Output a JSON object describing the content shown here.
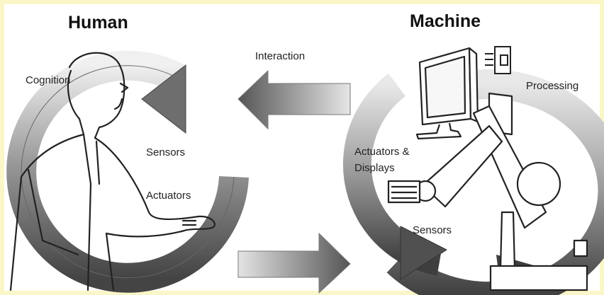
{
  "diagram": {
    "human_heading": "Human",
    "machine_heading": "Machine",
    "labels": {
      "interaction": "Interaction",
      "cognition": "Cognition",
      "processing": "Processing",
      "human_sensors": "Sensors",
      "human_actuators": "Actuators",
      "machine_actuators_line1": "Actuators &",
      "machine_actuators_line2": "Displays",
      "machine_sensors": "Sensors"
    },
    "colors": {
      "arrow_dark": "#4a4a4a",
      "arrow_light": "#d9d9d9",
      "outline": "#333333",
      "background_border": "#fbf6c8"
    }
  }
}
